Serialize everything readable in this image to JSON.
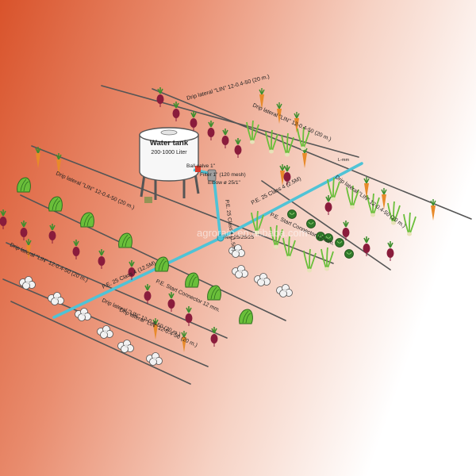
{
  "tank": {
    "title": "Water tank",
    "capacity": "200-1000 Liter"
  },
  "fittings": {
    "ball_valve": "Ball valve 1\"",
    "filter": "Filter 1\" (120 mesh)",
    "elbow": "Elbow ø 25/1\"",
    "riser": "P.E. 25 Class 4 (1.5m)",
    "tee": "Tee 25/25/25"
  },
  "mains": {
    "right": "P.E. 25 Class 4 (2.5M)",
    "left": "P.E. 25 Class 4 (12.5M)"
  },
  "connectors": {
    "right": "P.E. Start Connector 12 mm.",
    "left": "P.E. Start Connector 12 mm."
  },
  "laterals": [
    "Drip lateral \"LIN\" 12-0.4-50 (20 m.)",
    "Drip lateral \"LIN\" 12-0.4-50 (20 m.)",
    "Drip lateral \"LIN\" 12-0.4-50 (20 m.)",
    "Drip lateral \"LIN\" 12-0.4-50 (20 m.)",
    "Drip lateral \"LIN\" 12-0.4-50 (20 m.)",
    "Drip lateral \"LIN\" 12-0.4-50 (20 m.)",
    "Drip lateral \"LIN\" 12-0.4-50 (20 m.)"
  ],
  "end_cap": "L-mm",
  "watermark": "agrorain.en.alibaba.com",
  "colors": {
    "pipe_main": "#4fc3d6",
    "lateral": "#555555",
    "beet": "#8a1c3c",
    "carrot": "#e88a2a",
    "leaf": "#3e8f2e",
    "lettuce": "#6abf3a",
    "cauliflower": "#f2f2f2",
    "tank": "#f7f7f7",
    "valve": "#d93a2b",
    "background_warm": "#d9532b"
  },
  "icons": [
    "beet-icon",
    "carrot-icon",
    "onion-icon",
    "lettuce-icon",
    "cauliflower-icon",
    "cabbage-icon",
    "water-tank-icon",
    "filter-icon",
    "valve-icon"
  ]
}
